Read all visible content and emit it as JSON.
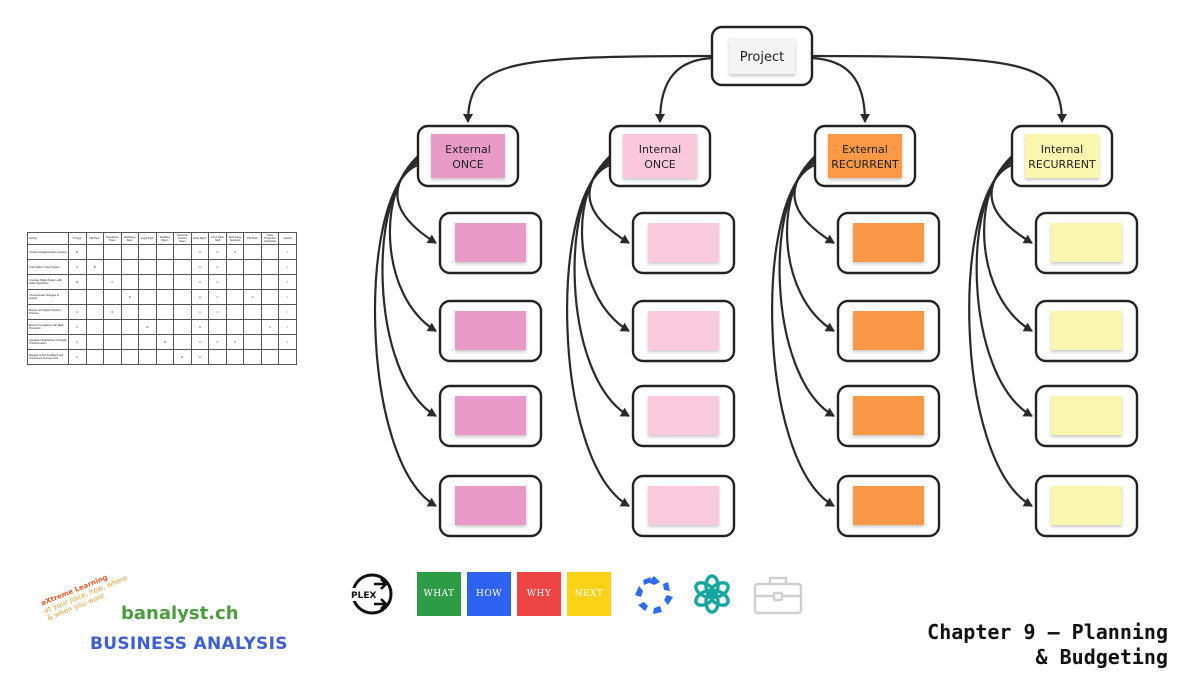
{
  "diagram": {
    "root": {
      "label": "Project"
    },
    "categories": [
      {
        "id": "external-once",
        "line1": "External",
        "line2": "ONCE",
        "color": "#e79bc6",
        "item_color": "#ea9ac8",
        "items": 4
      },
      {
        "id": "internal-once",
        "line1": "Internal",
        "line2": "ONCE",
        "color": "#fbc7dc",
        "item_color": "#fbc9dd",
        "items": 4
      },
      {
        "id": "external-recurrent",
        "line1": "External",
        "line2": "RECURRENT",
        "color": "#fb9947",
        "item_color": "#fb9846",
        "items": 4
      },
      {
        "id": "internal-recurrent",
        "line1": "Internal",
        "line2": "RECURRENT",
        "color": "#fbf6ad",
        "item_color": "#fbf6af",
        "items": 4
      }
    ]
  },
  "raci": {
    "headers": [
      "Activity",
      "IT Dept.",
      "HR Dept.",
      "Operations Team",
      "Marketing Dept.",
      "Legal Dept.",
      "Facilities Mgmt.",
      "Customer Service Team",
      "Hotel Mgmt.",
      "Front Desk Staff",
      "Technology Suppliers",
      "PR Team",
      "Data Protection Authorities",
      "Guests"
    ],
    "rows": [
      [
        "Conduct Digital Check-in System",
        "R",
        "",
        "",
        "",
        "",
        "",
        "",
        "A",
        "C",
        "C",
        "",
        "",
        "I"
      ],
      [
        "Train Staff on New System",
        "C",
        "R",
        "",
        "",
        "",
        "",
        "",
        "A",
        "C",
        "",
        "",
        "",
        "I"
      ],
      [
        "Integrate Digital System with Hotel Operations",
        "R",
        "",
        "C",
        "",
        "",
        "",
        "",
        "A",
        "C",
        "",
        "",
        "",
        "I"
      ],
      [
        "Communicate Changes to Guests",
        "",
        "",
        "",
        "R",
        "",
        "",
        "",
        "A",
        "C",
        "",
        "C",
        "",
        "I"
      ],
      [
        "Monitor and Adjust Check-in Process",
        "C",
        "",
        "R",
        "",
        "",
        "",
        "",
        "A",
        "C",
        "",
        "",
        "",
        "I"
      ],
      [
        "Ensure Compliance with Data Protection",
        "C",
        "",
        "",
        "",
        "R",
        "",
        "",
        "A",
        "",
        "",
        "",
        "C",
        "I"
      ],
      [
        "Upgrade Infrastructure for Digital Transformation",
        "C",
        "",
        "",
        "",
        "",
        "R",
        "",
        "A",
        "C",
        "C",
        "",
        "",
        "I"
      ],
      [
        "Manage Guest Feedback and Continuous Improvement",
        "C",
        "",
        "",
        "",
        "",
        "",
        "R",
        "A",
        "",
        "",
        "",
        "",
        ""
      ]
    ]
  },
  "tools": {
    "plex": "PLEX",
    "what": "WHAT",
    "how": "HOW",
    "why": "WHY",
    "next": "NEXT"
  },
  "brand": {
    "name": "banalyst.ch",
    "tagline": "BUSINESS ANALYSIS",
    "slogan1": "eXtreme Learning",
    "slogan2": "at your pace, how, where & when you want"
  },
  "chapter": {
    "line1": "Chapter 9 – Planning",
    "line2": "& Budgeting"
  }
}
